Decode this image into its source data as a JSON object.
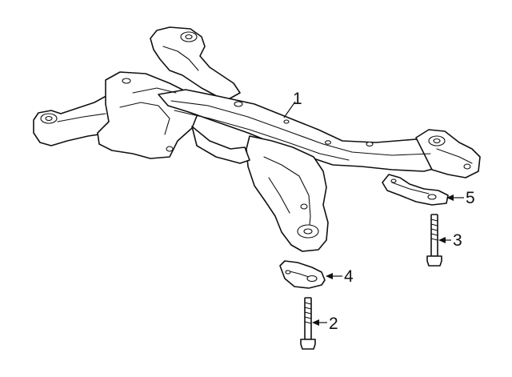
{
  "callouts": [
    {
      "id": "1",
      "label": "1",
      "part": "subframe"
    },
    {
      "id": "2",
      "label": "2",
      "part": "front-mount-bolt"
    },
    {
      "id": "3",
      "label": "3",
      "part": "rear-mount-bolt"
    },
    {
      "id": "4",
      "label": "4",
      "part": "front-bracket"
    },
    {
      "id": "5",
      "label": "5",
      "part": "rear-bracket"
    }
  ]
}
